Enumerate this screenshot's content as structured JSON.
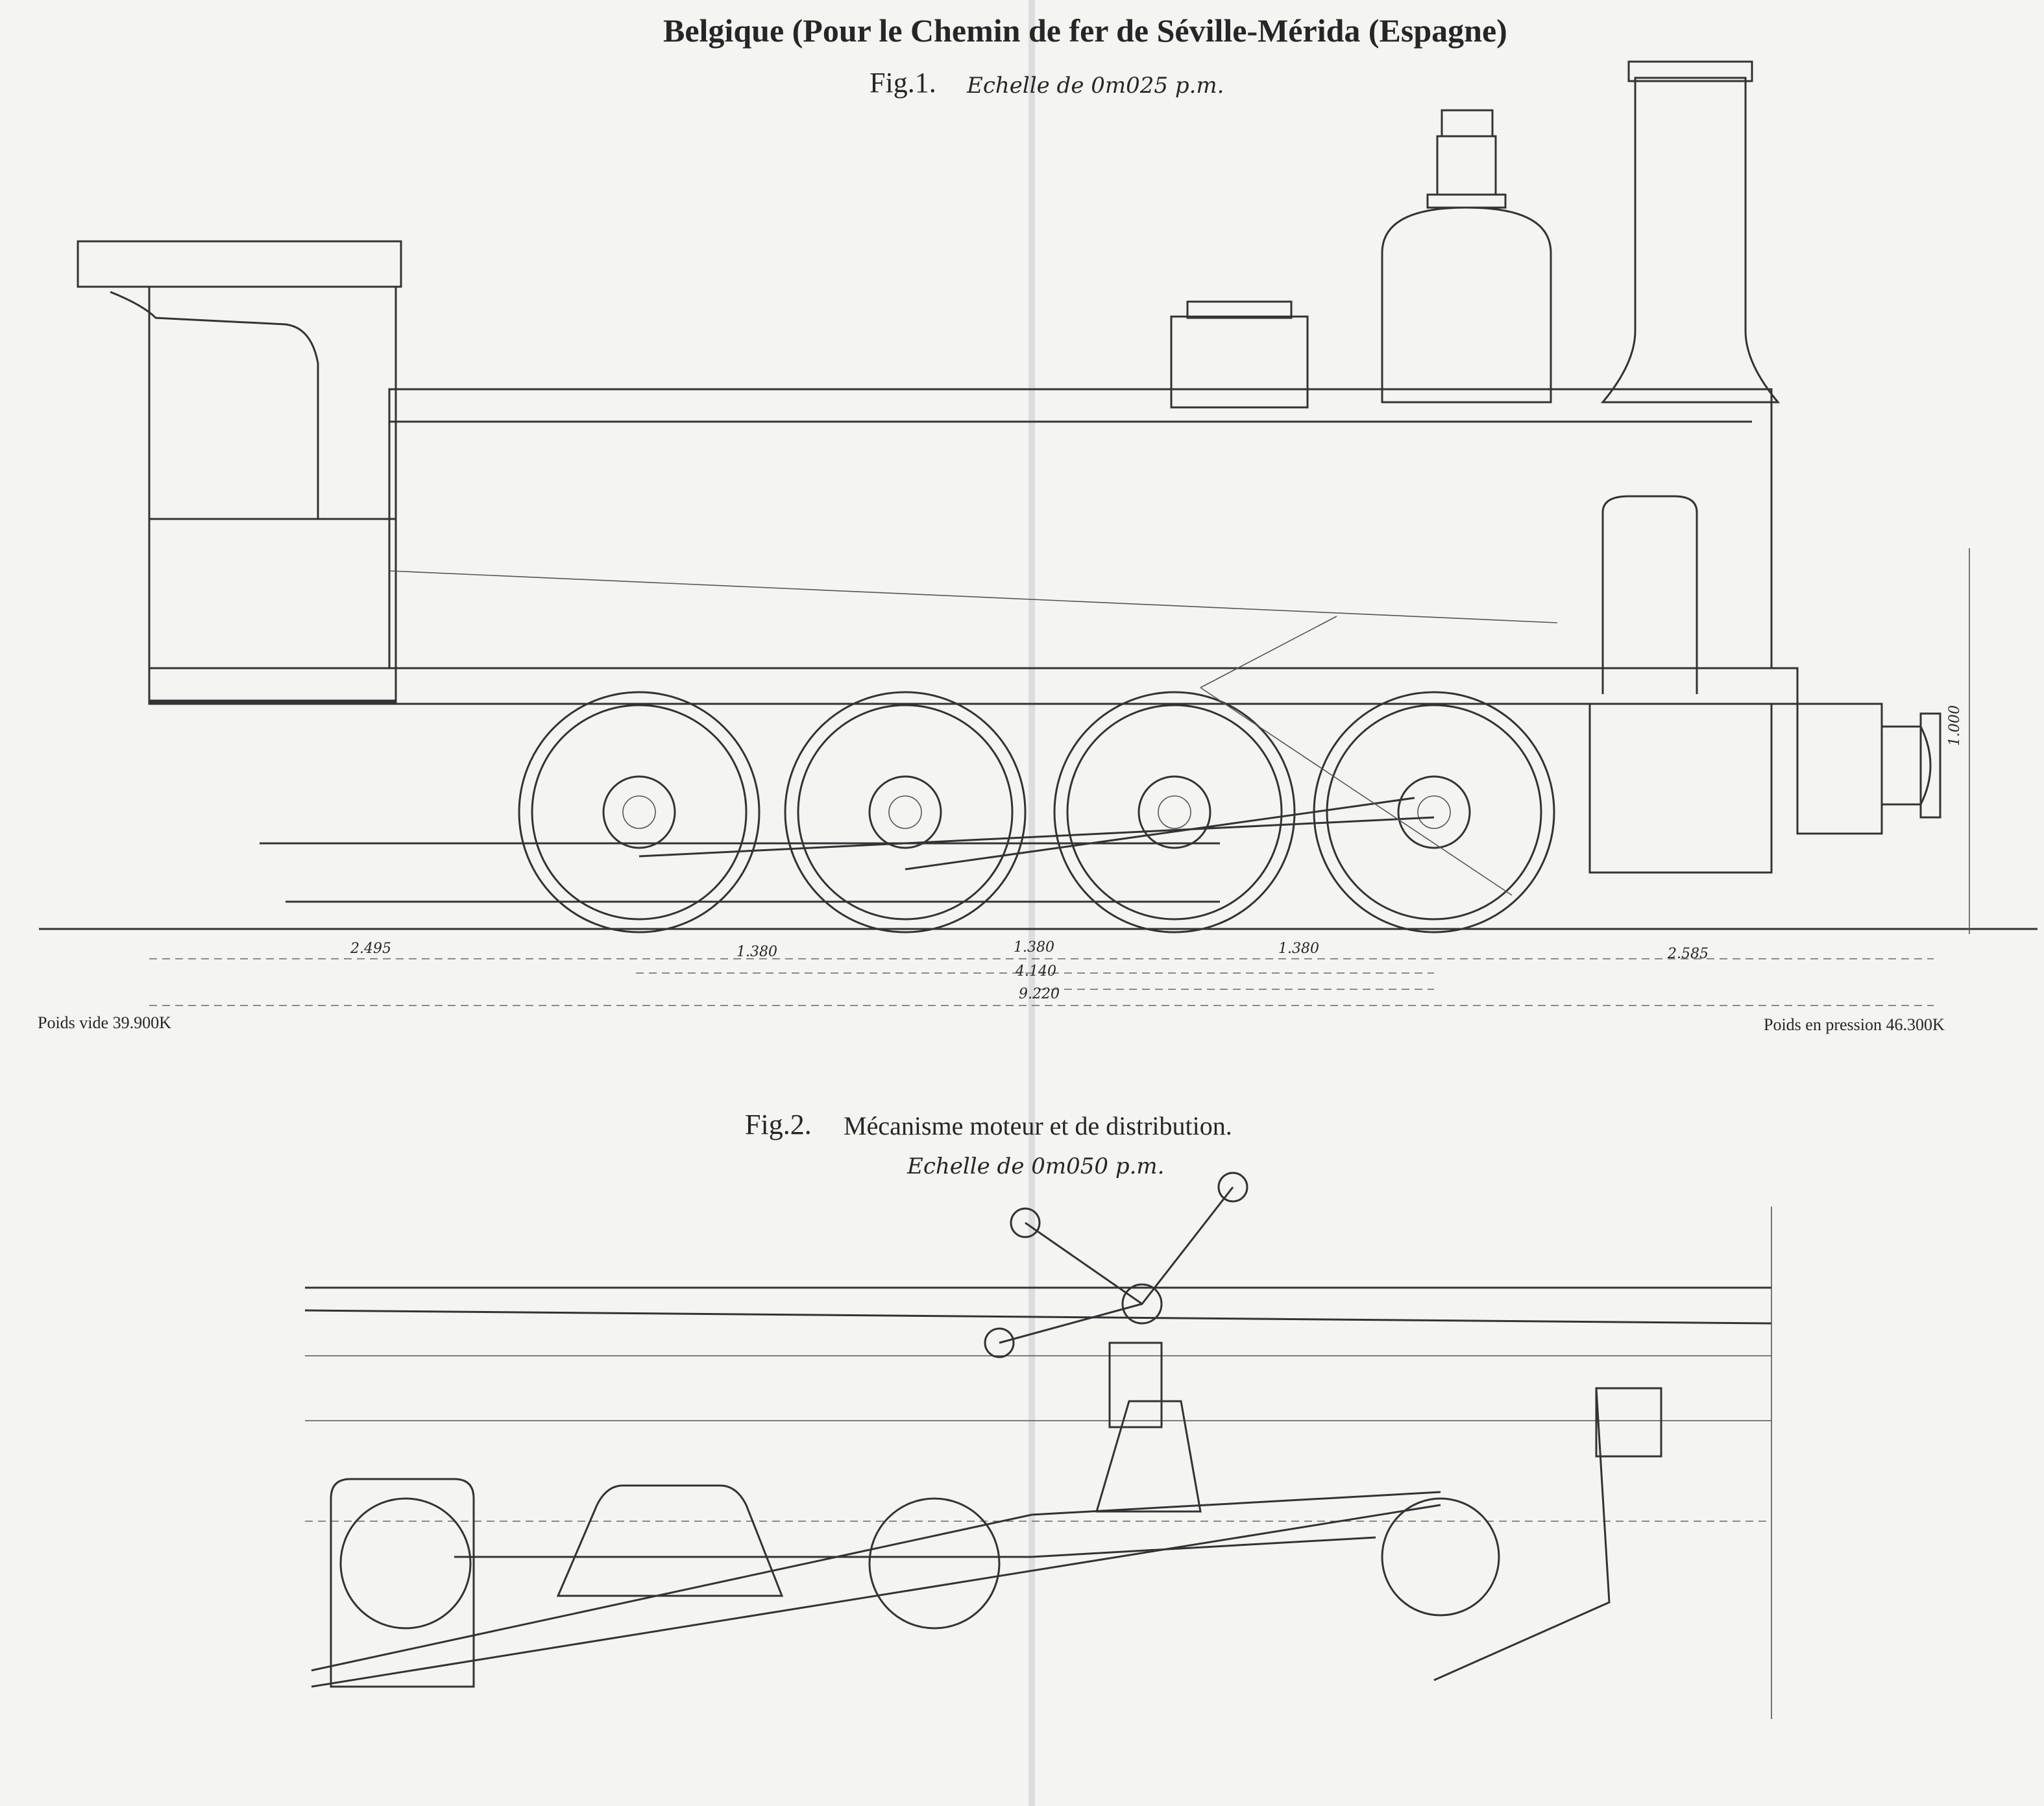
{
  "header": {
    "title": "Belgique (Pour le Chemin de fer de Séville-Mérida (Espagne)",
    "fig1_label": "Fig.1.",
    "fig1_scale": "Echelle de 0m025 p.m."
  },
  "weights": {
    "empty": "Poids vide 39.900K",
    "in_steam": "Poids en pression 46.300K"
  },
  "dimensions": {
    "d1": "2.495",
    "d2": "1.380",
    "d3": "1.380",
    "d4": "4.140",
    "d5": "9.220",
    "d6": "1.380",
    "d7": "2.585",
    "height": "1.000"
  },
  "figure2": {
    "label": "Fig.2.",
    "caption": "Mécanisme moteur et de distribution.",
    "scale": "Echelle de 0m050 p.m."
  }
}
